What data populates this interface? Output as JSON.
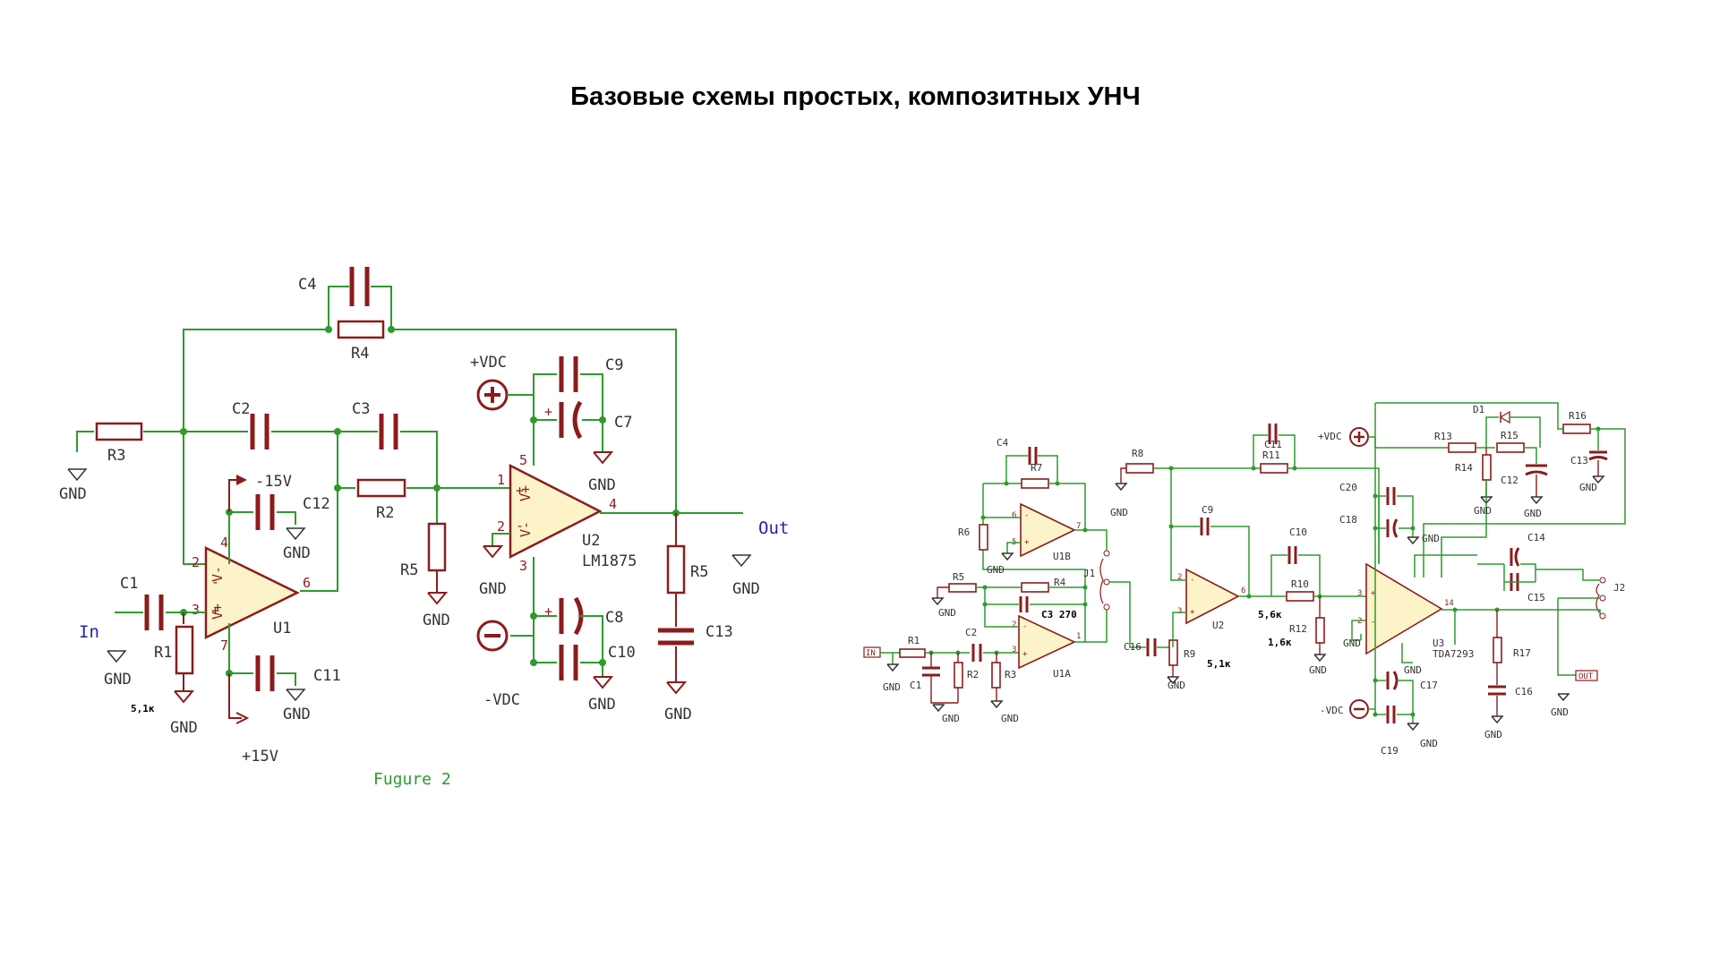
{
  "title": "Базовые схемы простых, композитных УНЧ",
  "left_schematic": {
    "caption": "Fugure 2",
    "input_label": "In",
    "output_label": "Out",
    "opamp1": "U1",
    "opamp2": "U2",
    "opamp2_part": "LM1875",
    "rail_pos": "+VDC",
    "rail_neg": "-VDC",
    "supply_neg": "-15V",
    "supply_pos": "+15V",
    "gnd": "GND",
    "r1_value": "5,1к",
    "labels": {
      "R1": "R1",
      "R2": "R2",
      "R3": "R3",
      "R4": "R4",
      "R5a": "R5",
      "R5b": "R5",
      "C1": "C1",
      "C2": "C2",
      "C3": "C3",
      "C4": "C4",
      "C7": "C7",
      "C8": "C8",
      "C9": "C9",
      "C10": "C10",
      "C11": "C11",
      "C12": "C12",
      "C13": "C13"
    }
  },
  "right_schematic": {
    "input_label": "IN",
    "output_label": "OUT",
    "gnd": "GND",
    "rail_pos": "+VDC",
    "rail_neg": "-VDC",
    "u1b": "U1B",
    "u1a": "U1A",
    "u2": "U2",
    "u3": "U3",
    "u3_part": "TDA7293",
    "c3_value": "C3 270",
    "val_r9": "5,1к",
    "val_r10": "5,6к",
    "val_r12": "1,6к",
    "labels": {
      "R1": "R1",
      "R2": "R2",
      "R3": "R3",
      "R4": "R4",
      "R5": "R5",
      "R6": "R6",
      "R7": "R7",
      "R8": "R8",
      "R9": "R9",
      "R10": "R10",
      "R11": "R11",
      "R12": "R12",
      "R13": "R13",
      "R14": "R14",
      "R15": "R15",
      "R16": "R16",
      "R17": "R17",
      "C1": "C1",
      "C2": "C2",
      "C4": "C4",
      "C9": "C9",
      "C10": "C10",
      "C11": "C11",
      "C12": "C12",
      "C13": "C13",
      "C14": "C14",
      "C15": "C15",
      "C16a": "C16",
      "C16b": "C16",
      "C17": "C17",
      "C18": "C18",
      "C19": "C19",
      "C20": "C20",
      "D1": "D1",
      "J1": "J1",
      "J2": "J2"
    }
  }
}
